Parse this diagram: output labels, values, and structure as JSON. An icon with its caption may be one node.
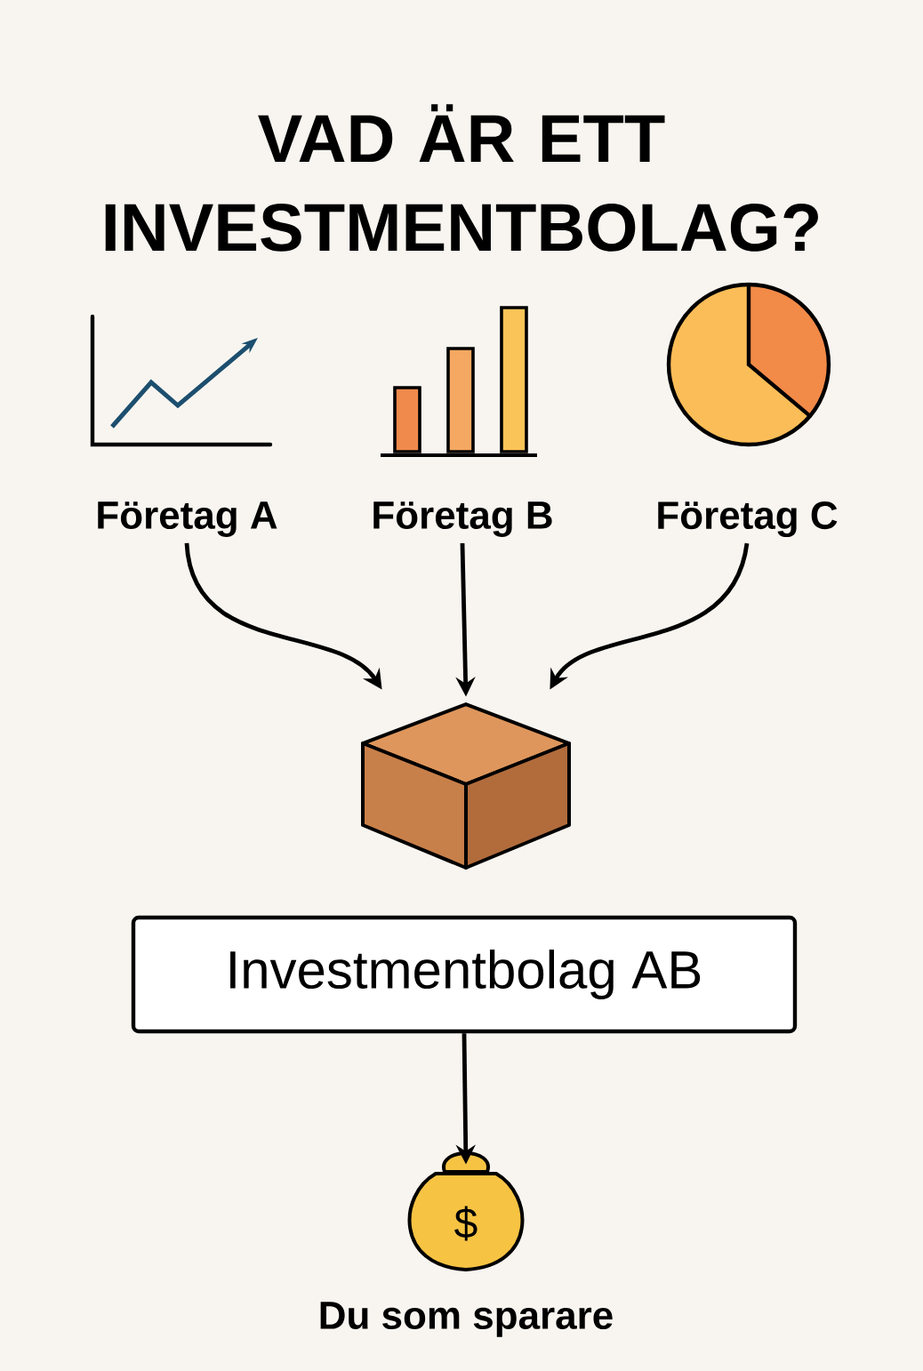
{
  "diagram": {
    "title": "VAD ÄR ETT INVESTMENTBOLAG?",
    "nodes": [
      {
        "text": [
          "Företag A"
        ]
      },
      {
        "text": [
          "Företag B"
        ]
      },
      {
        "text": [
          "Företag C"
        ]
      },
      {
        "text": [],
        "shape": "cube"
      },
      {
        "text": [
          "Investmentbolag AB"
        ]
      },
      {
        "text": [
          "$"
        ],
        "beside": [
          "Du som sparare"
        ]
      }
    ],
    "edges": [
      {
        "from": 0,
        "to": 3,
        "arrow": "to"
      },
      {
        "from": 1,
        "to": 3,
        "arrow": "to"
      },
      {
        "from": 2,
        "to": 3,
        "arrow": "to"
      },
      {
        "from": 4,
        "to": 5,
        "arrow": "to"
      }
    ]
  }
}
